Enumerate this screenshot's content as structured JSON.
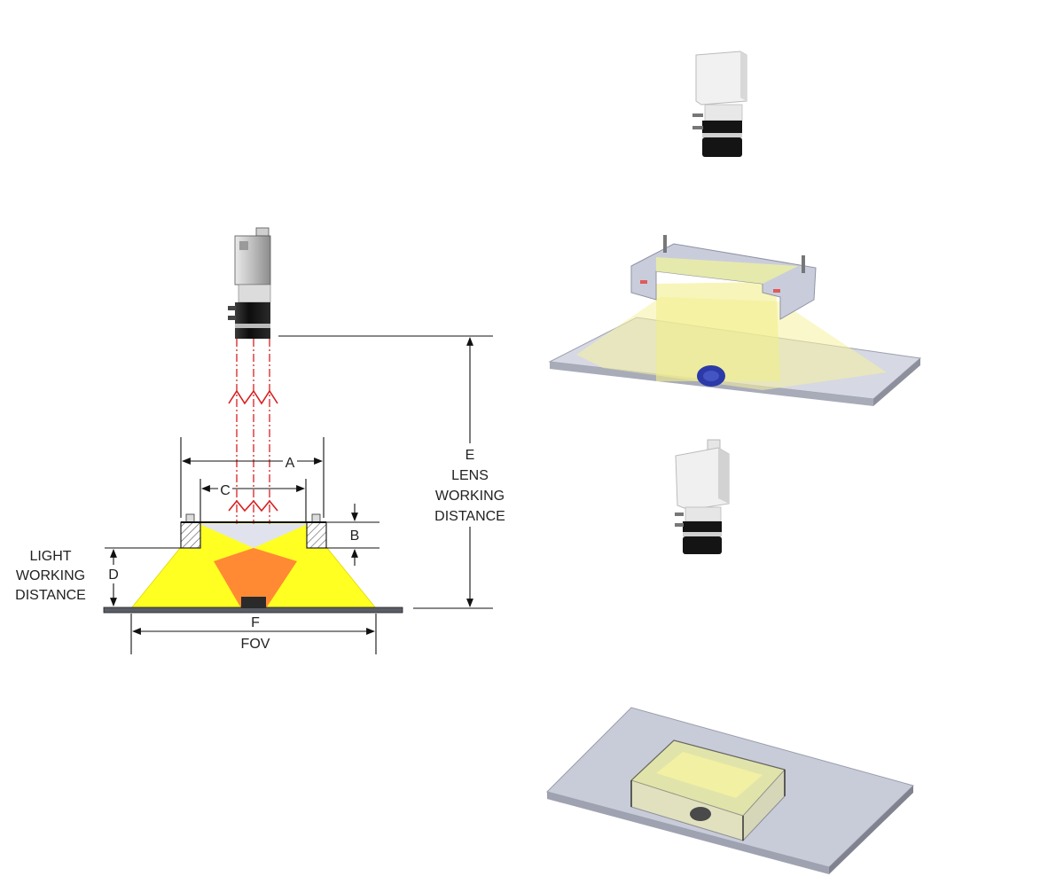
{
  "labels": {
    "a": "A",
    "b": "B",
    "c": "C",
    "d": "D",
    "e_letter": "E",
    "e_line1": "LENS",
    "e_line2": "WORKING",
    "e_line3": "DISTANCE",
    "f_letter": "F",
    "f_fov": "FOV",
    "light_line1": "LIGHT",
    "light_line2": "WORKING",
    "light_line3": "DISTANCE"
  },
  "colors": {
    "yellow_light": "#ffff22",
    "orange_overlap": "#ff8a33",
    "beam_red": "#d81f1f",
    "plate_grey": "#c7cad8",
    "camera_grey": "#bdbdbd",
    "lens_black": "#151515",
    "transparent_yellow": "#f6f3a0",
    "object_blue": "#2b3aa8"
  },
  "icons": {
    "camera": "camera-icon",
    "light": "light-fixture-icon",
    "plate": "platform-icon"
  }
}
